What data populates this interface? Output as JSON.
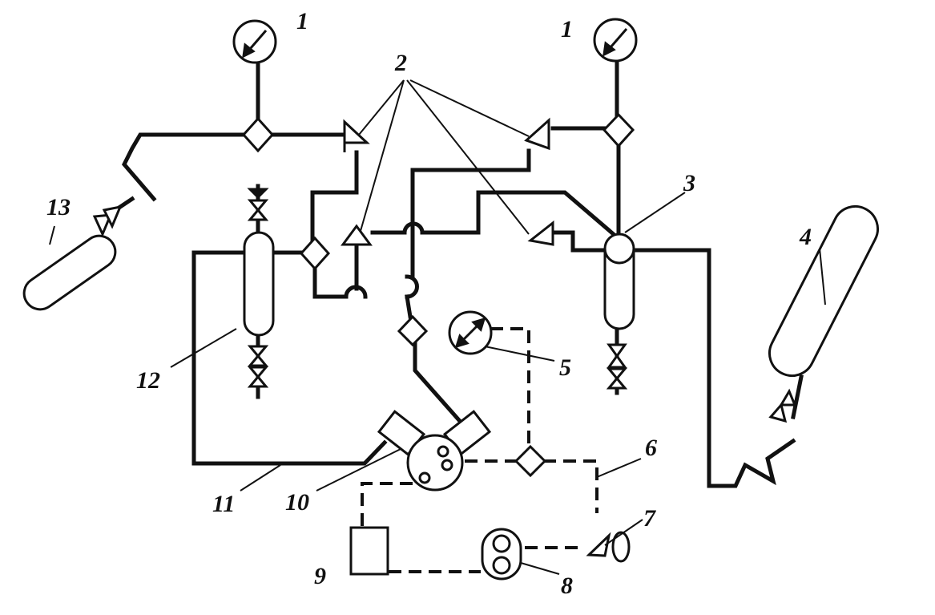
{
  "labels": {
    "gauge_left": "1",
    "gauge_right": "1",
    "check_valves": "2",
    "separator_right": "3",
    "cylinder_right": "4",
    "gauge_middle": "5",
    "dashed_line": "6",
    "valve_bottom": "7",
    "unit_8": "8",
    "unit_9": "9",
    "mixer": "10",
    "line_11": "11",
    "separator_left": "12",
    "cylinder_left": "13"
  }
}
